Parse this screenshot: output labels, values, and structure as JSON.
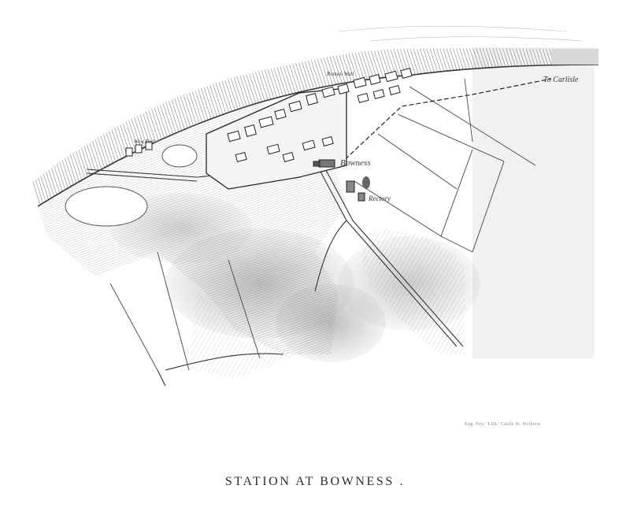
{
  "map": {
    "caption": "STATION AT BOWNESS .",
    "engraver_credit": "Eng. Pris.' Lith.' Castle St. Holborn",
    "places": {
      "town": "Bowness",
      "rectory": "Rectory",
      "to_carlisle": "To Carlisle",
      "roman_wall": "Roman Wall",
      "west_end": "West End"
    }
  },
  "colors": {
    "ink": "#2e2e2e",
    "shade": "#7a7a7a",
    "paper": "#ffffff"
  }
}
